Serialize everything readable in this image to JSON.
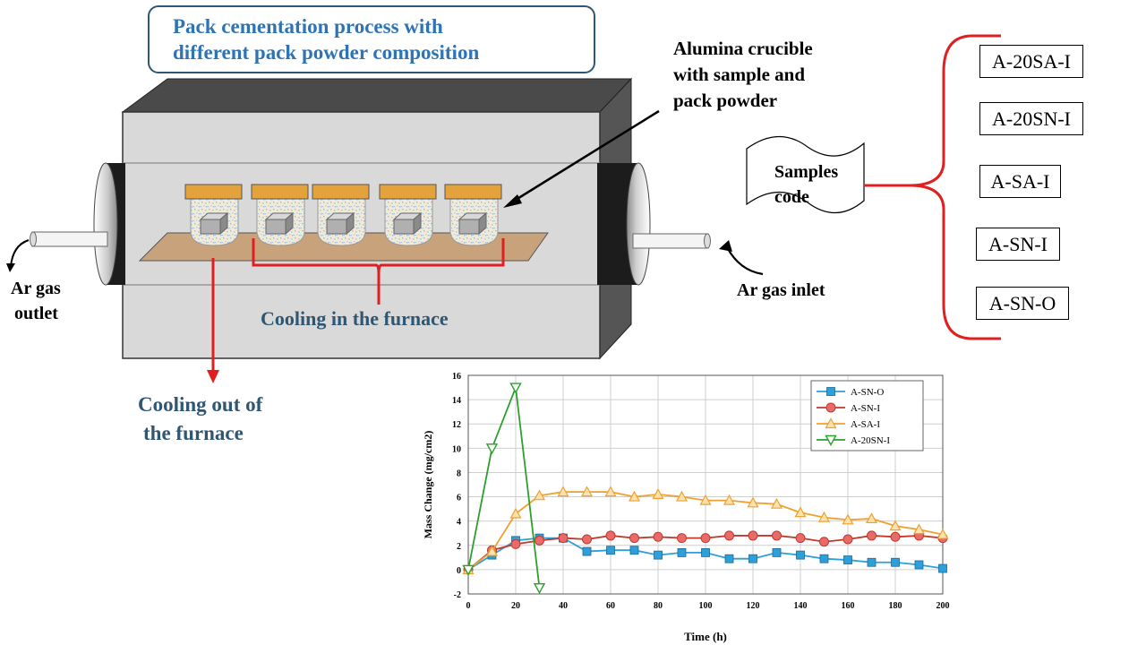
{
  "title": "Pack cementation process with different pack powder composition",
  "title_line1": "Pack cementation process with",
  "title_line2": "different pack powder composition",
  "labels": {
    "crucible_line1": "Alumina crucible",
    "crucible_line2": "with sample and",
    "crucible_line3": "pack powder",
    "gas_outlet_line1": "Ar gas",
    "gas_outlet_line2": "outlet",
    "gas_inlet": "Ar gas inlet",
    "cooling_in": "Cooling in the furnace",
    "cooling_out_line1": "Cooling out of",
    "cooling_out_line2": "the furnace",
    "samples_code_line1": "Samples",
    "samples_code_line2": "code"
  },
  "sample_codes": [
    "A-20SA-I",
    "A-20SN-I",
    "A-SA-I",
    "A-SN-I",
    "A-SN-O"
  ],
  "colors": {
    "title_text": "#2e74b5",
    "furnace_body": "#d9d9d9",
    "tray": "#c8a27a",
    "crucible_lid": "#e3a23c",
    "arrow_red": "#e02020",
    "brace_red": "#e02020",
    "label_blue": "#2f5672"
  },
  "chart_data": {
    "type": "line",
    "xlabel": "Time (h)",
    "ylabel": "Mass Change (mg/cm2)",
    "xlim": [
      0,
      200
    ],
    "ylim": [
      -2,
      16
    ],
    "x_ticks": [
      0,
      20,
      40,
      60,
      80,
      100,
      120,
      140,
      160,
      180,
      200
    ],
    "y_ticks": [
      -2,
      0,
      2,
      4,
      6,
      8,
      10,
      12,
      14,
      16
    ],
    "grid": true,
    "legend_position": "top-right",
    "series": [
      {
        "name": "A-SN-O",
        "color": "#2e9fd9",
        "marker": "square",
        "x": [
          0,
          10,
          20,
          30,
          40,
          50,
          60,
          70,
          80,
          90,
          100,
          110,
          120,
          130,
          140,
          150,
          160,
          170,
          180,
          190,
          200
        ],
        "y": [
          0,
          1.2,
          2.4,
          2.6,
          2.6,
          1.5,
          1.6,
          1.6,
          1.2,
          1.4,
          1.4,
          0.9,
          0.9,
          1.4,
          1.2,
          0.9,
          0.8,
          0.6,
          0.6,
          0.4,
          0.1
        ]
      },
      {
        "name": "A-SN-I",
        "color": "#c0392b",
        "marker": "circle",
        "x": [
          0,
          10,
          20,
          30,
          40,
          50,
          60,
          70,
          80,
          90,
          100,
          110,
          120,
          130,
          140,
          150,
          160,
          170,
          180,
          190,
          200
        ],
        "y": [
          0,
          1.6,
          2.1,
          2.4,
          2.6,
          2.5,
          2.8,
          2.6,
          2.7,
          2.6,
          2.6,
          2.8,
          2.8,
          2.8,
          2.6,
          2.3,
          2.5,
          2.8,
          2.7,
          2.8,
          2.6
        ]
      },
      {
        "name": "A-SA-I",
        "color": "#f0a030",
        "marker": "triangle-up",
        "x": [
          0,
          10,
          20,
          30,
          40,
          50,
          60,
          70,
          80,
          90,
          100,
          110,
          120,
          130,
          140,
          150,
          160,
          170,
          180,
          190,
          200
        ],
        "y": [
          0,
          1.5,
          4.6,
          6.1,
          6.4,
          6.4,
          6.4,
          6.0,
          6.2,
          6.0,
          5.7,
          5.7,
          5.5,
          5.4,
          4.7,
          4.3,
          4.1,
          4.2,
          3.6,
          3.3,
          2.9
        ]
      },
      {
        "name": "A-20SN-I",
        "color": "#2ca02c",
        "marker": "triangle-down",
        "x": [
          0,
          10,
          20,
          30
        ],
        "y": [
          0,
          10,
          15,
          -1.5
        ]
      }
    ]
  }
}
